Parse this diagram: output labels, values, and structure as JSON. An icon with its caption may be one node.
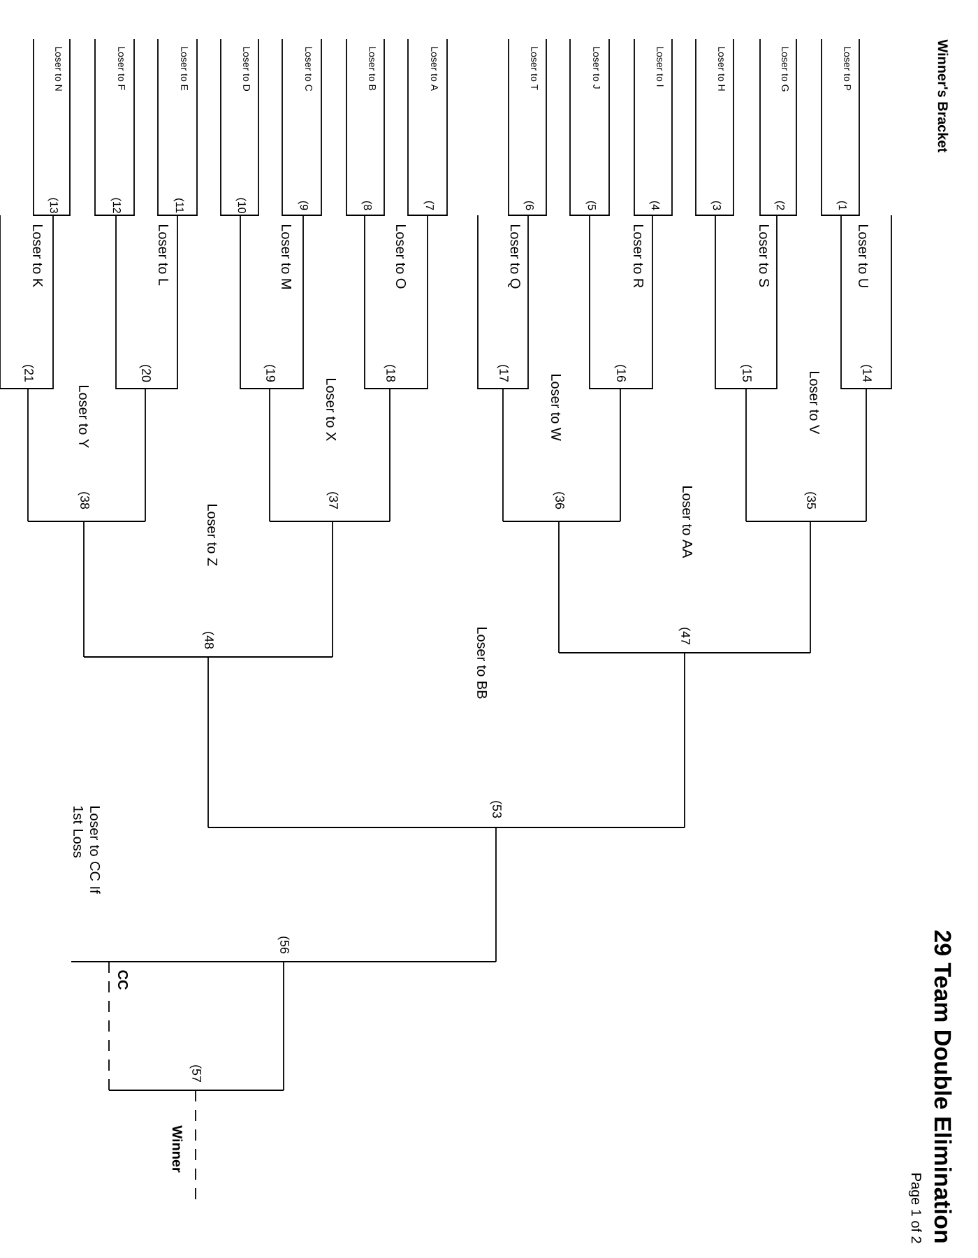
{
  "diagram": {
    "title": "29 Team Double Elimination",
    "labels": [
      "Winner's Bracket",
      "Loser to P",
      "(1",
      "Loser to G",
      "(2",
      "Loser to H",
      "(3",
      "Loser to I",
      "(4",
      "Loser to J",
      "(5",
      "Loser to T",
      "(6",
      "Loser to A",
      "(7",
      "Loser to B",
      "(8",
      "Loser to C",
      "(9",
      "Loser to D",
      "(10",
      "Loser to E",
      "(11",
      "Loser to F",
      "(12",
      "Loser to N",
      "(13",
      "Loser to U",
      "(14",
      "Loser to S",
      "(15",
      "Loser to R",
      "(16",
      "Loser to Q",
      "(17",
      "Loser to O",
      "(18",
      "Loser to M",
      "(19",
      "Loser to L",
      "(20",
      "Loser to K",
      "(21",
      "Loser to V",
      "(35",
      "Loser to W",
      "(36",
      "Loser to X",
      "(37",
      "Loser to Y",
      "(38",
      "Loser to AA",
      "(47",
      "Loser to Z",
      "(48",
      "Loser to BB",
      "(53",
      "Loser to CC If 1st Loss",
      "(56",
      "CC",
      "(57",
      "Winner",
      "Page 1 of 2"
    ]
  }
}
